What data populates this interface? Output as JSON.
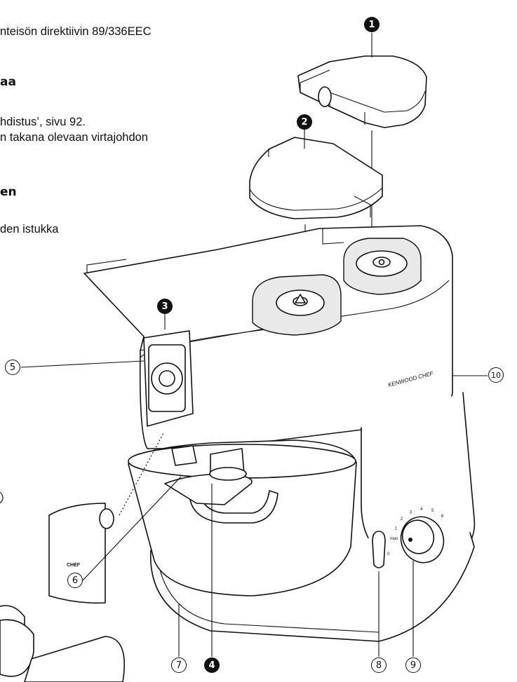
{
  "text": {
    "line1": "nteisön direktiivin 89/336EEC",
    "heading1": "aa",
    "line2": "hdistus’, sivu 92.",
    "line3": "n takana olevaan virtajohdon",
    "heading2": "en",
    "line4": "den istukka"
  },
  "illustration": {
    "brand_label": "KENWOOD CHEF",
    "chef_label": "CHEF",
    "speed_max": "max",
    "speed_zero": "0",
    "speed_ticks": [
      "1",
      "2",
      "3",
      "4",
      "5",
      "6"
    ]
  },
  "callouts": {
    "c1": "1",
    "c2": "2",
    "c3": "3",
    "c4": "4",
    "c5": "5",
    "c6": "6",
    "c7": "7",
    "c8": "8",
    "c9": "9",
    "c10": "10"
  }
}
